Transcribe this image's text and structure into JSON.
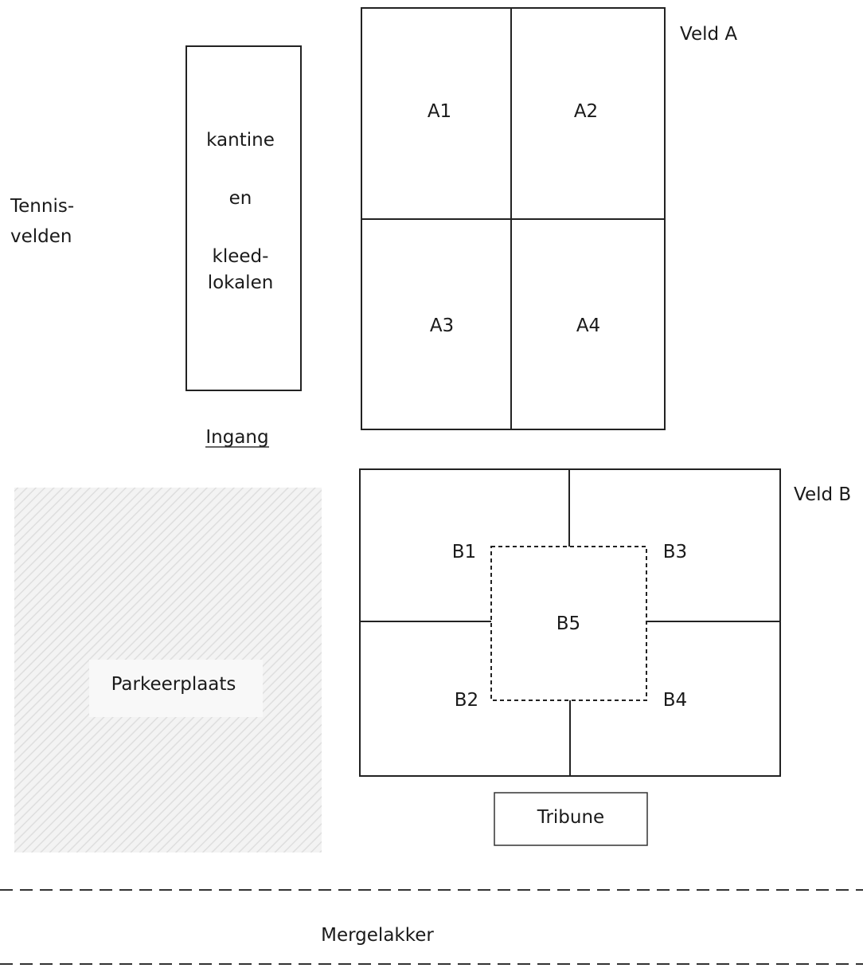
{
  "tennis_label": [
    "Tennis-",
    "velden"
  ],
  "clubhouse_label": [
    "kantine",
    "en",
    "kleed-",
    "lokalen"
  ],
  "entrance_label": "Ingang",
  "parking_label": "Parkeerplaats",
  "field_a": {
    "title": "Veld A",
    "pitches": [
      "A1",
      "A2",
      "A3",
      "A4"
    ]
  },
  "field_b": {
    "title": "Veld B",
    "pitches": [
      "B1",
      "B2",
      "B3",
      "B4",
      "B5"
    ]
  },
  "stand_label": "Tribune",
  "road_label": "Mergelakker"
}
